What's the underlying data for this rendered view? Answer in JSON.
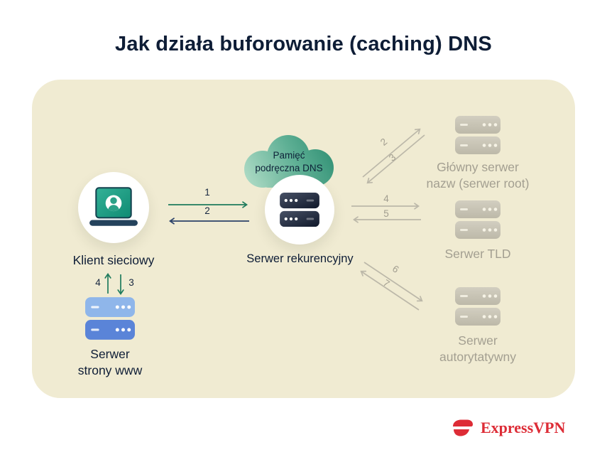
{
  "title": "Jak działa buforowanie (caching) DNS",
  "diagram": {
    "client": {
      "label": "Klient sieciowy"
    },
    "cache_cloud": {
      "label": "Pamięć\npodręczna DNS"
    },
    "recursive_server": {
      "label": "Serwer rekurencyjny"
    },
    "root_server": {
      "label": "Główny serwer\nnazw (serwer root)"
    },
    "tld_server": {
      "label": "Serwer TLD"
    },
    "authoritative_server": {
      "label": "Serwer\nautorytatywny"
    },
    "web_server": {
      "label": "Serwer\nstrony www"
    },
    "steps": {
      "client_to_recursive": "1",
      "recursive_to_client": "2",
      "recursive_to_root": "2",
      "root_to_recursive": "3",
      "recursive_to_tld": "4",
      "tld_to_recursive": "5",
      "recursive_to_authoritative": "6",
      "authoritative_to_recursive": "7",
      "web_to_client": "4",
      "client_to_web": "3"
    }
  },
  "branding": {
    "logo_text": "ExpressVPN"
  },
  "colors": {
    "background": "#ffffff",
    "panel": "#f0ebd2",
    "title_text": "#0e1d36",
    "arrow_green": "#1e7b5c",
    "arrow_navy": "#2b4269",
    "arrow_gray": "#bcb8a9",
    "muted_text": "#a39f91",
    "cloud_green_light": "#a9d8c2",
    "cloud_green_dark": "#2f8f73",
    "brand_red": "#dd2c36"
  }
}
